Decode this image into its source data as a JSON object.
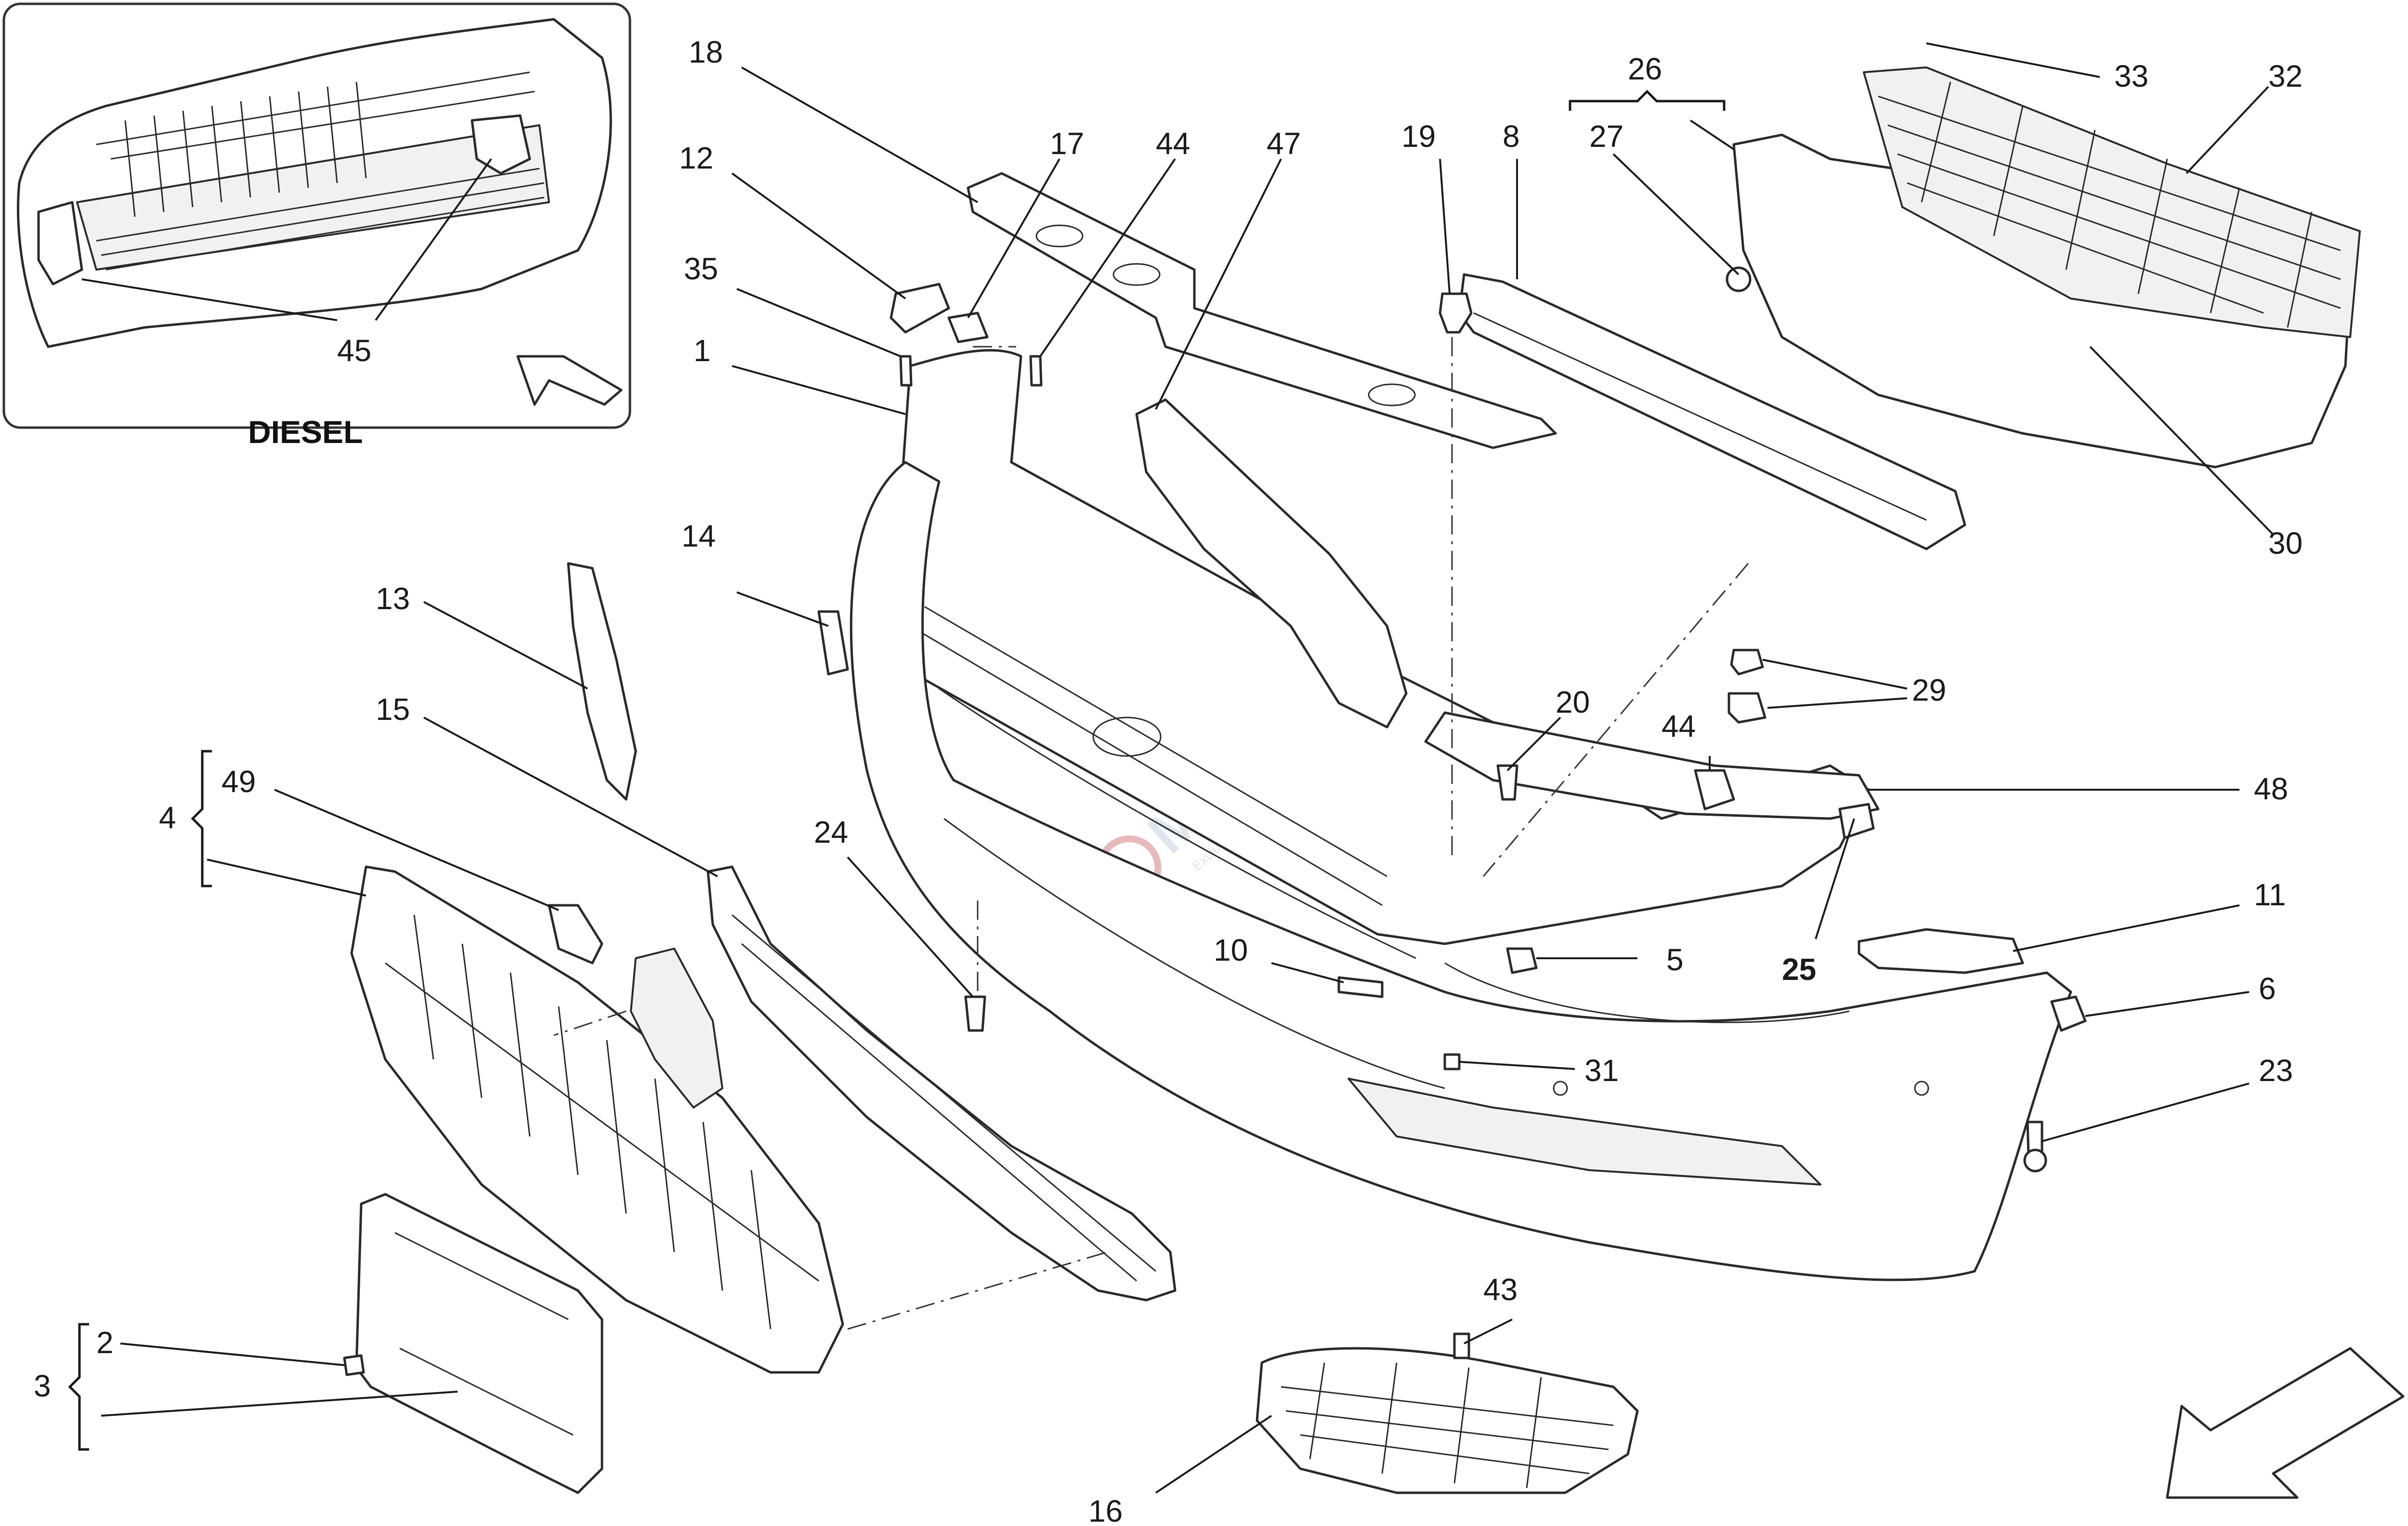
{
  "inset": {
    "title": "DIESEL",
    "callout": "45"
  },
  "watermark": {
    "brand": "Maserparts",
    "tagline": "Exclusive Components",
    "color": "#dfe6ee"
  },
  "callouts": {
    "c1": "1",
    "c2": "2",
    "c3": "3",
    "c4": "4",
    "c5": "5",
    "c6": "6",
    "c8": "8",
    "c10": "10",
    "c11": "11",
    "c12": "12",
    "c13": "13",
    "c14": "14",
    "c15": "15",
    "c16": "16",
    "c17": "17",
    "c18": "18",
    "c19": "19",
    "c20": "20",
    "c23": "23",
    "c24": "24",
    "c25": "25",
    "c26": "26",
    "c27": "27",
    "c29": "29",
    "c30": "30",
    "c31": "31",
    "c32": "32",
    "c33": "33",
    "c35": "35",
    "c43": "43",
    "c44a": "44",
    "c44b": "44",
    "c47": "47",
    "c48": "48",
    "c49": "49"
  }
}
